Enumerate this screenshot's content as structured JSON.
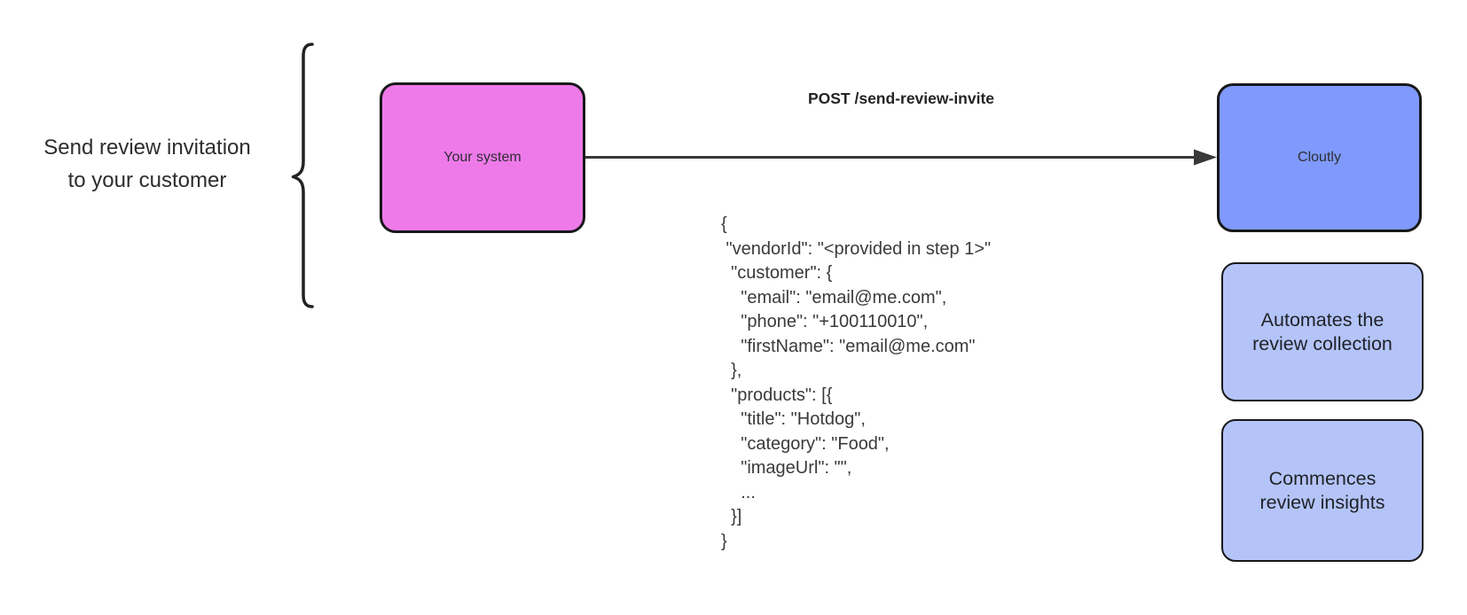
{
  "annotation": {
    "label": "Send review invitation\nto your customer"
  },
  "nodes": {
    "your_system": {
      "label": "Your system",
      "fill": "#ee7aea"
    },
    "cloutly": {
      "label": "Cloutly",
      "fill": "#7f9afc"
    },
    "automates": {
      "label": "Automates the\nreview collection",
      "fill": "#b4c4f8"
    },
    "commences": {
      "label": "Commences\nreview insights",
      "fill": "#b4c4f8"
    }
  },
  "arrow": {
    "label": "POST /send-review-invite",
    "color": "#38383a"
  },
  "payload": {
    "code": "{\n \"vendorId\": \"<provided in step 1>\"\n  \"customer\": {\n    \"email\": \"email@me.com\",\n    \"phone\": \"+100110010\",\n    \"firstName\": \"email@me.com\"\n  },\n  \"products\": [{\n    \"title\": \"Hotdog\",\n    \"category\": \"Food\",\n    \"imageUrl\": \"\",\n    ...\n  }]\n}"
  },
  "colors": {
    "background": "#ffffff",
    "node_border": "#18181a",
    "pink_node": "#ee7aea",
    "blue_node": "#7f9afc",
    "light_blue_node": "#b4c4f8",
    "text": "#2d2d2d"
  }
}
